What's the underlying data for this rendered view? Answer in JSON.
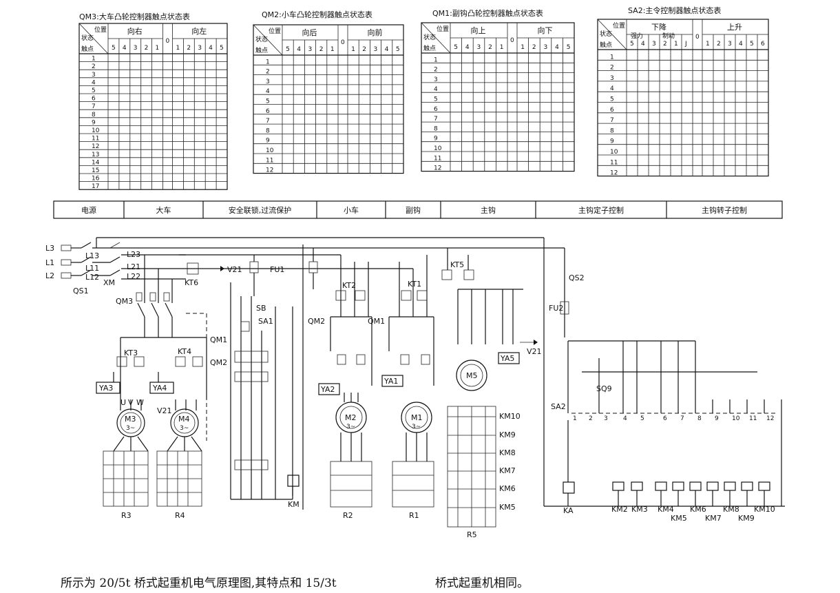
{
  "tables": [
    {
      "title": "QM3:大车凸轮控制器触点状态表",
      "corner": {
        "a": "状态",
        "b": "位置",
        "c": "触点"
      },
      "left_group": "向右",
      "mid": "0",
      "right_group": "向左",
      "left_cols": [
        "5",
        "4",
        "3",
        "2",
        "1"
      ],
      "right_cols": [
        "1",
        "2",
        "3",
        "4",
        "5"
      ],
      "rows": [
        "1",
        "2",
        "3",
        "4",
        "5",
        "6",
        "7",
        "8",
        "9",
        "10",
        "11",
        "12",
        "13",
        "14",
        "15",
        "16",
        "17"
      ]
    },
    {
      "title": "QM2:小车凸轮控制器触点状态表",
      "corner": {
        "a": "状态",
        "b": "位置",
        "c": "触点"
      },
      "left_group": "向后",
      "mid": "0",
      "right_group": "向前",
      "left_cols": [
        "5",
        "4",
        "3",
        "2",
        "1"
      ],
      "right_cols": [
        "1",
        "2",
        "3",
        "4",
        "5"
      ],
      "rows": [
        "1",
        "2",
        "3",
        "4",
        "5",
        "6",
        "7",
        "8",
        "9",
        "10",
        "11",
        "12"
      ]
    },
    {
      "title": "QM1:副钩凸轮控制器触点状态表",
      "corner": {
        "a": "状态",
        "b": "位置",
        "c": "触点"
      },
      "left_group": "向上",
      "mid": "0",
      "right_group": "向下",
      "left_cols": [
        "5",
        "4",
        "3",
        "2",
        "1"
      ],
      "right_cols": [
        "1",
        "2",
        "3",
        "4",
        "5"
      ],
      "rows": [
        "1",
        "2",
        "3",
        "4",
        "5",
        "6",
        "7",
        "8",
        "9",
        "10",
        "11",
        "12"
      ]
    },
    {
      "title": "SA2:主令控制器触点状态表",
      "corner": {
        "a": "状态",
        "b": "位置",
        "c": "触点"
      },
      "left_group": "下降",
      "left_sub": [
        "强力",
        "制动"
      ],
      "mid": "0",
      "right_group": "上升",
      "left_cols": [
        "5",
        "4",
        "3",
        "2",
        "1",
        "J"
      ],
      "right_cols": [
        "1",
        "2",
        "3",
        "4",
        "5",
        "6"
      ],
      "rows": [
        "1",
        "2",
        "3",
        "4",
        "5",
        "6",
        "7",
        "8",
        "9",
        "10",
        "11",
        "12"
      ]
    }
  ],
  "section_bar": [
    "电源",
    "大车",
    "安全联锁,过流保护",
    "小车",
    "副钩",
    "主钩",
    "主钩定子控制",
    "主钩转子控制"
  ],
  "labels": {
    "L3": "L3",
    "L1": "L1",
    "L2": "L2",
    "L13": "L13",
    "L11": "L11",
    "L12": "L12",
    "L23": "L23",
    "L21": "L21",
    "L22": "L22",
    "XM": "XM",
    "QS1": "QS1",
    "QS2": "QS2",
    "KT6": "KT6",
    "V21a": "V21",
    "V21b": "V21",
    "V21c": "V21",
    "FU1": "FU1",
    "FU2": "FU2",
    "QM3": "QM3",
    "QM2a": "QM2",
    "QM1a": "QM1",
    "QM2b": "QM2",
    "QM1b": "QM1",
    "KT3": "KT3",
    "KT4": "KT4",
    "KT2": "KT2",
    "KT1": "KT1",
    "KT5": "KT5",
    "YA3": "YA3",
    "YA4": "YA4",
    "YA2": "YA2",
    "YA1": "YA1",
    "YA5": "YA5",
    "M3": "M3",
    "M4": "M4",
    "M2": "M2",
    "M1": "M1",
    "M5": "M5",
    "mot": "3~",
    "R3": "R3",
    "R4": "R4",
    "R2": "R2",
    "R1": "R1",
    "R5": "R5",
    "KM": "KM",
    "KA": "KA",
    "SA1": "SA1",
    "SA2": "SA2",
    "SB": "SB",
    "SQ9": "SQ9",
    "KM10r": "KM10",
    "KM9r": "KM9",
    "KM8r": "KM8",
    "KM7r": "KM7",
    "KM6r": "KM6",
    "KM5r": "KM5",
    "coils": [
      "KM2",
      "KM3",
      "KM4",
      "KM6",
      "KM8",
      "KM10"
    ],
    "coils2": [
      "KM5",
      "KM7",
      "KM9"
    ],
    "sa2_nums": [
      "1",
      "2",
      "3",
      "4",
      "5",
      "6",
      "7",
      "8",
      "9",
      "10",
      "11",
      "12"
    ],
    "U": "U",
    "V": "V",
    "W": "W"
  },
  "caption": {
    "left": "所示为 20/5t 桥式起重机电气原理图,其特点和 15/3t",
    "right": "桥式起重机相同。"
  }
}
